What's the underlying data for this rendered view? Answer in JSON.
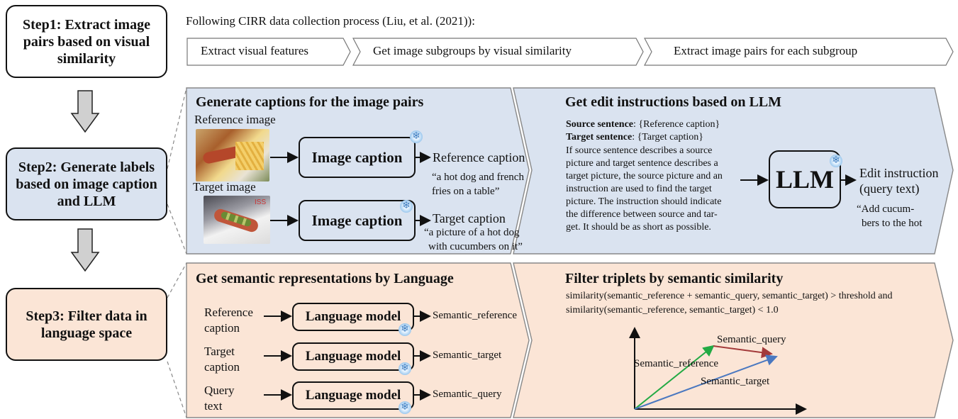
{
  "steps": {
    "step1": "Step1: Extract image pairs based on visual similarity",
    "step2": "Step2: Generate labels based on image caption and LLM",
    "step3": "Step3: Filter data in language space"
  },
  "cirr": {
    "intro": "Following CIRR data collection process (Liu, et al. (2021)):",
    "stages": [
      "Extract visual features",
      "Get image subgroups by visual similarity",
      "Extract image pairs for each subgroup"
    ]
  },
  "captions_panel": {
    "title": "Generate captions for the image pairs",
    "reference_image_label": "Reference image",
    "target_image_label": "Target image",
    "module_label": "Image caption",
    "reference_caption_label": "Reference caption",
    "reference_caption_text": "“a hot dog and french fries on a table”",
    "target_caption_label": "Target caption",
    "target_caption_text_1": "“a picture of a hot dog",
    "target_caption_text_2": "with cucumbers on it”"
  },
  "llm_panel": {
    "title": "Get edit instructions based on LLM",
    "source_label": "Source sentence",
    "source_value": ": {Reference caption}",
    "target_label": "Target sentence",
    "target_value": ": {Target caption}",
    "prompt_lines": [
      "If source sentence describes a source",
      "picture and target sentence describes a",
      "target picture, the source picture and an",
      "instruction are used to find the target",
      "picture. The instruction should indicate",
      "the difference between source and tar-",
      "get. It should be as short as possible."
    ],
    "llm_label": "LLM",
    "output_label_1": "Edit instruction",
    "output_label_2": "(query text)",
    "output_example_1": "“Add cucum-",
    "output_example_2": "bers to the hot"
  },
  "semantic_panel": {
    "title": "Get semantic representations by Language",
    "module_label": "Language model",
    "inputs": [
      {
        "line1": "Reference",
        "line2": "caption",
        "output": "Semantic_reference"
      },
      {
        "line1": "Target",
        "line2": "caption",
        "output": "Semantic_target"
      },
      {
        "line1": "Query",
        "line2": "text",
        "output": "Semantic_query"
      }
    ]
  },
  "filter_panel": {
    "title": "Filter triplets by semantic similarity",
    "formula_1": "similarity(semantic_reference + semantic_query, semantic_target) > threshold and",
    "formula_2": "similarity(semantic_reference, semantic_target) < 1.0",
    "vec_query": "Semantic_query",
    "vec_reference": "Semantic_reference",
    "vec_target": "Semantic_target"
  },
  "colors": {
    "blue_panel": "#dae3f0",
    "orange_panel": "#fbe5d6",
    "arrow_fill": "#d0d0d0",
    "green_vec": "#22aa44",
    "red_vec": "#a33a3a",
    "blue_vec": "#4a78c0"
  }
}
